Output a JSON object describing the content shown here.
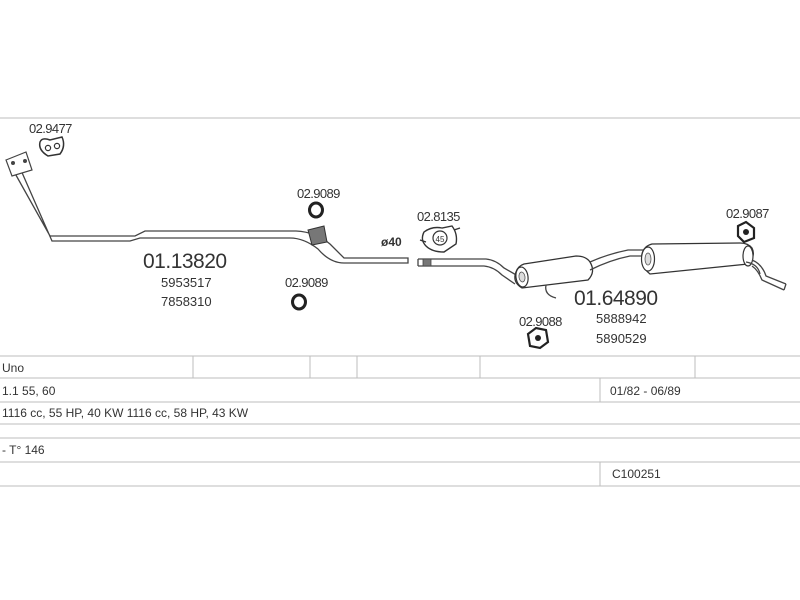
{
  "diagram": {
    "parts": {
      "gasket_front": "02.9477",
      "front_pipe": "01.13820",
      "front_pipe_oem_1": "5953517",
      "front_pipe_oem_2": "7858310",
      "ring_upper": "02.9089",
      "ring_lower": "02.9089",
      "diameter": "ø40",
      "clamp": "02.8135",
      "clamp_size": "45",
      "rear_box": "01.64890",
      "rear_box_oem_1": "5888942",
      "rear_box_oem_2": "5890529",
      "hanger_mid": "02.9088",
      "hanger_rear": "02.9087"
    }
  },
  "info_table": {
    "model": "Uno",
    "variant": "1.1 55, 60",
    "date_range": "01/82 - 06/89",
    "engine": "1116 cc, 55 HP, 40 KW 1116 cc, 58 HP, 43 KW",
    "type": "- T° 146",
    "catalog_number": "C100251"
  }
}
